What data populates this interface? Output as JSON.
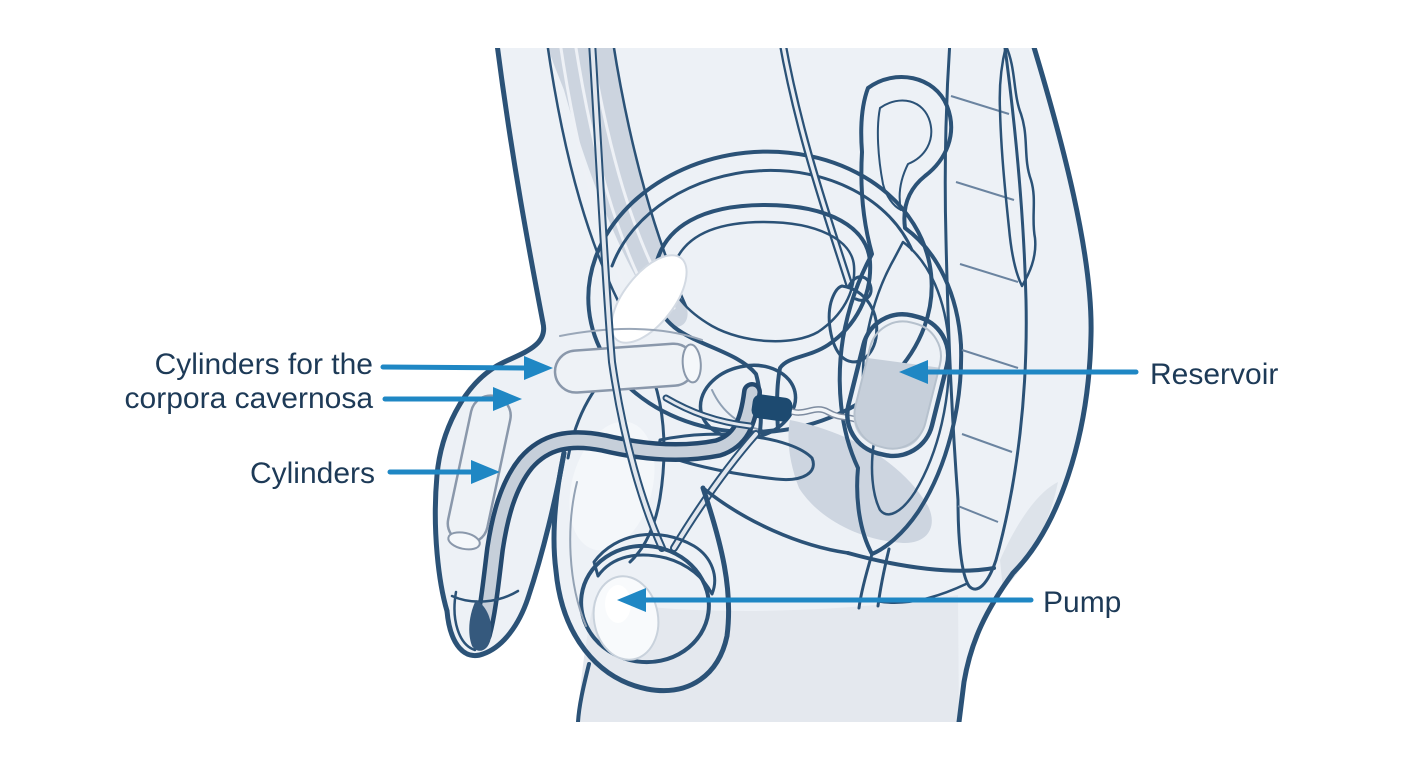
{
  "page": {
    "background": "#ffffff"
  },
  "colors": {
    "outline": "#2b5277",
    "outline_dark": "#1d4a70",
    "body_fill": "#edf1f6",
    "cavity_fill": "#e9edf3",
    "organ_gray": "#c7d0dc",
    "bladder_wall": "#c3ccd9",
    "bladder_fill": "#a3b4c8",
    "bowel_content": "#9fb1c4",
    "device_light": "#f7f9fb",
    "arrow": "#1f87c4",
    "label_text": "#1d3a57"
  },
  "annotations": {
    "cylinders_corpora": {
      "line1": "Cylinders for the",
      "line2": "corpora cavernosa"
    },
    "cylinders": {
      "label": "Cylinders"
    },
    "reservoir": {
      "label": "Reservoir"
    },
    "pump": {
      "label": "Pump"
    }
  },
  "figure": {
    "type": "medical-diagram",
    "subject": "Inflatable penile prosthesis shown in a sagittal cross-section of the male pelvis"
  }
}
